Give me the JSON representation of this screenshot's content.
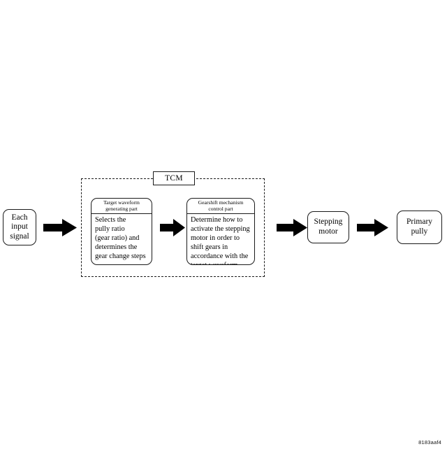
{
  "figure": {
    "code": "8183aaf4",
    "type": "block-flow-diagram"
  },
  "nodes": {
    "input": {
      "name": "each-input-signal",
      "lines": [
        "Each",
        "input",
        "signal"
      ]
    },
    "stepping_motor": {
      "name": "stepping-motor",
      "lines": [
        "Stepping",
        "motor"
      ]
    },
    "primary_pully": {
      "name": "primary-pully",
      "lines": [
        "Primary",
        "pully"
      ]
    }
  },
  "tcm": {
    "label": "TCM",
    "parts": [
      {
        "name": "target-waveform-generating-part",
        "header": [
          "Target waveform",
          "generating part"
        ],
        "body": [
          "Selects the",
          "pully ratio",
          "(gear ratio) and",
          "determines the",
          "gear change steps"
        ]
      },
      {
        "name": "gearshift-mechanism-control-part",
        "header": [
          "Gearshift mechanism",
          "control part"
        ],
        "body": [
          "Determine how to",
          "activate the stepping",
          "motor in order to",
          "shift gears in",
          "accordance with the",
          "target waveform."
        ]
      }
    ]
  },
  "arrows": [
    {
      "name": "arrow-input-to-tcm",
      "from": "each-input-signal",
      "to": "target-waveform-generating-part"
    },
    {
      "name": "arrow-waveform-to-gearshift",
      "from": "target-waveform-generating-part",
      "to": "gearshift-mechanism-control-part"
    },
    {
      "name": "arrow-tcm-to-stepping-motor",
      "from": "gearshift-mechanism-control-part",
      "to": "stepping-motor"
    },
    {
      "name": "arrow-motor-to-pully",
      "from": "stepping-motor",
      "to": "primary-pully"
    }
  ],
  "colors": {
    "stroke": "#1a1a1a",
    "arrow_fill": "#000000",
    "background": "#ffffff"
  }
}
